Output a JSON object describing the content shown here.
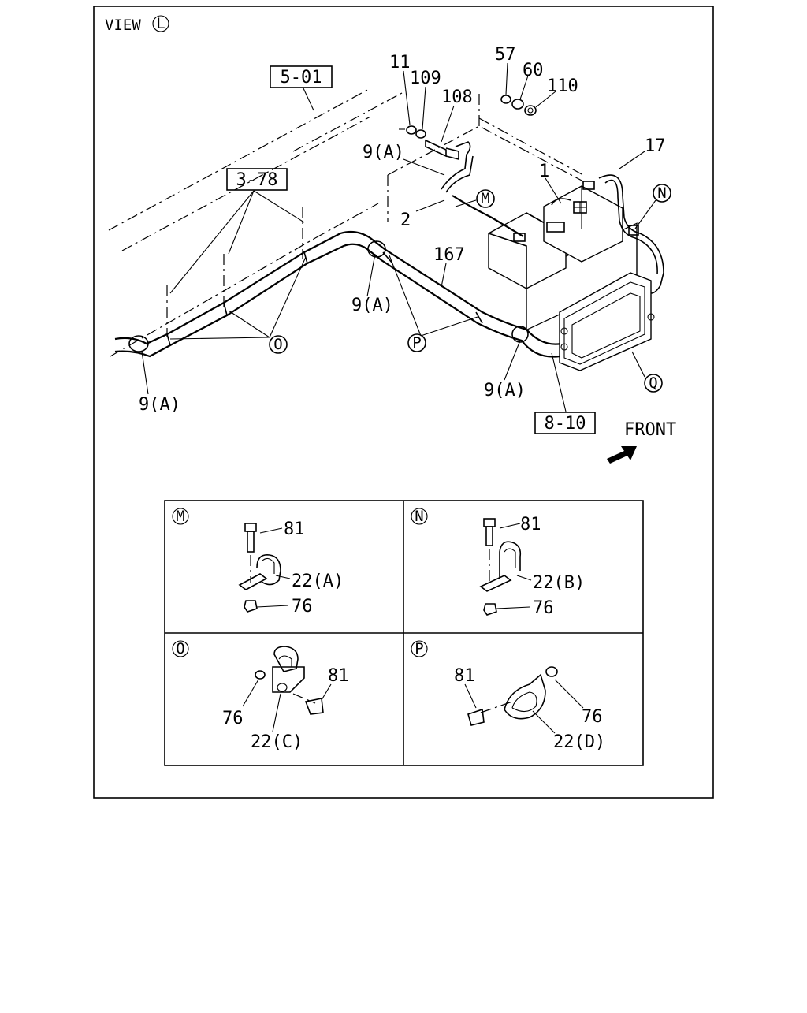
{
  "view_label": "VIEW",
  "view_circle": "L",
  "ref_boxes": {
    "box_5_01": "5-01",
    "box_3_78": "3-78",
    "box_8_10": "8-10"
  },
  "part_numbers": {
    "p11": "11",
    "p109": "109",
    "p108": "108",
    "p57": "57",
    "p60": "60",
    "p110": "110",
    "p17": "17",
    "p1": "1",
    "p2": "2",
    "p167": "167",
    "p9a_top": "9(A)",
    "p9a_mid": "9(A)",
    "p9a_left": "9(A)",
    "p9a_right": "9(A)"
  },
  "callouts": {
    "M": "M",
    "N": "N",
    "O": "O",
    "P": "P",
    "Q": "Q"
  },
  "front_label": "FRONT",
  "details": {
    "M": {
      "circle": "M",
      "bolt": "81",
      "clip": "22(A)",
      "nut": "76"
    },
    "N": {
      "circle": "N",
      "bolt": "81",
      "clip": "22(B)",
      "nut": "76"
    },
    "O": {
      "circle": "O",
      "bolt": "81",
      "clip": "22(C)",
      "nut": "76"
    },
    "P": {
      "circle": "P",
      "bolt": "81",
      "clip": "22(D)",
      "nut": "76"
    }
  }
}
